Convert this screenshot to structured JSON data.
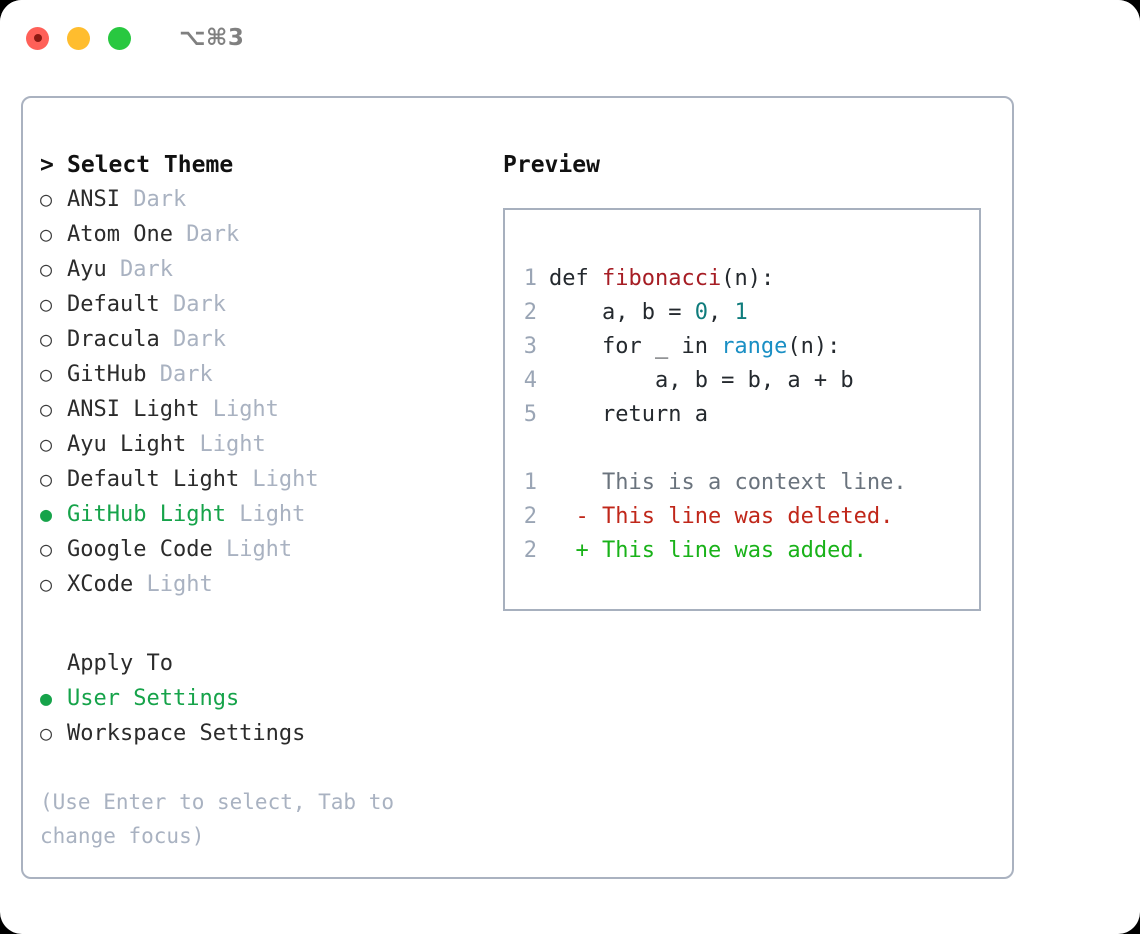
{
  "titlebar": {
    "traffic_lights": [
      "close-red",
      "minimize-yellow",
      "maximize-green"
    ],
    "shortcut": "⌥⌘3"
  },
  "theme_picker": {
    "header": "Select Theme",
    "caret": ">",
    "bullet_selected": "●",
    "bullet_unselected": "○",
    "selected_accent": "#16a34a",
    "items": [
      {
        "label": "ANSI",
        "badge": "Dark",
        "selected": false
      },
      {
        "label": "Atom One",
        "badge": "Dark",
        "selected": false
      },
      {
        "label": "Ayu",
        "badge": "Dark",
        "selected": false
      },
      {
        "label": "Default",
        "badge": "Dark",
        "selected": false
      },
      {
        "label": "Dracula",
        "badge": "Dark",
        "selected": false
      },
      {
        "label": "GitHub",
        "badge": "Dark",
        "selected": false
      },
      {
        "label": "ANSI Light",
        "badge": "Light",
        "selected": false
      },
      {
        "label": "Ayu Light",
        "badge": "Light",
        "selected": false
      },
      {
        "label": "Default Light",
        "badge": "Light",
        "selected": false
      },
      {
        "label": "GitHub Light",
        "badge": "Light",
        "selected": true
      },
      {
        "label": "Google Code",
        "badge": "Light",
        "selected": false
      },
      {
        "label": "XCode",
        "badge": "Light",
        "selected": false
      }
    ]
  },
  "apply_to": {
    "header": "Apply To",
    "items": [
      {
        "label": "User Settings",
        "selected": true
      },
      {
        "label": "Workspace Settings",
        "selected": false
      }
    ]
  },
  "hint": "(Use Enter to select, Tab to change focus)",
  "preview": {
    "title": "Preview",
    "code_lines": [
      {
        "num": "1",
        "tokens": [
          {
            "t": "def ",
            "c": "plain"
          },
          {
            "t": "fibonacci",
            "c": "fn"
          },
          {
            "t": "(n):",
            "c": "plain"
          }
        ]
      },
      {
        "num": "2",
        "tokens": [
          {
            "t": "    a, b = ",
            "c": "plain"
          },
          {
            "t": "0",
            "c": "num"
          },
          {
            "t": ", ",
            "c": "plain"
          },
          {
            "t": "1",
            "c": "num"
          }
        ]
      },
      {
        "num": "3",
        "tokens": [
          {
            "t": "    for _ in ",
            "c": "plain"
          },
          {
            "t": "range",
            "c": "builtin"
          },
          {
            "t": "(n):",
            "c": "plain"
          }
        ]
      },
      {
        "num": "4",
        "tokens": [
          {
            "t": "        a, b = b, a + b",
            "c": "plain"
          }
        ]
      },
      {
        "num": "5",
        "tokens": [
          {
            "t": "    return a",
            "c": "plain"
          }
        ]
      }
    ],
    "diff_lines": [
      {
        "num": "1",
        "marker": " ",
        "text": " This is a context line.",
        "kind": "ctx"
      },
      {
        "num": "2",
        "marker": "-",
        "text": " This line was deleted.",
        "kind": "del"
      },
      {
        "num": "2",
        "marker": "+",
        "text": " This line was added.",
        "kind": "add"
      }
    ],
    "colors": {
      "function": "#a61d24",
      "number": "#0f7c7c",
      "builtin": "#1a8fc4",
      "line_number": "#9aa5b5",
      "diff_context": "#6a737d",
      "diff_deleted": "#c0271a",
      "diff_added": "#19b219"
    }
  }
}
